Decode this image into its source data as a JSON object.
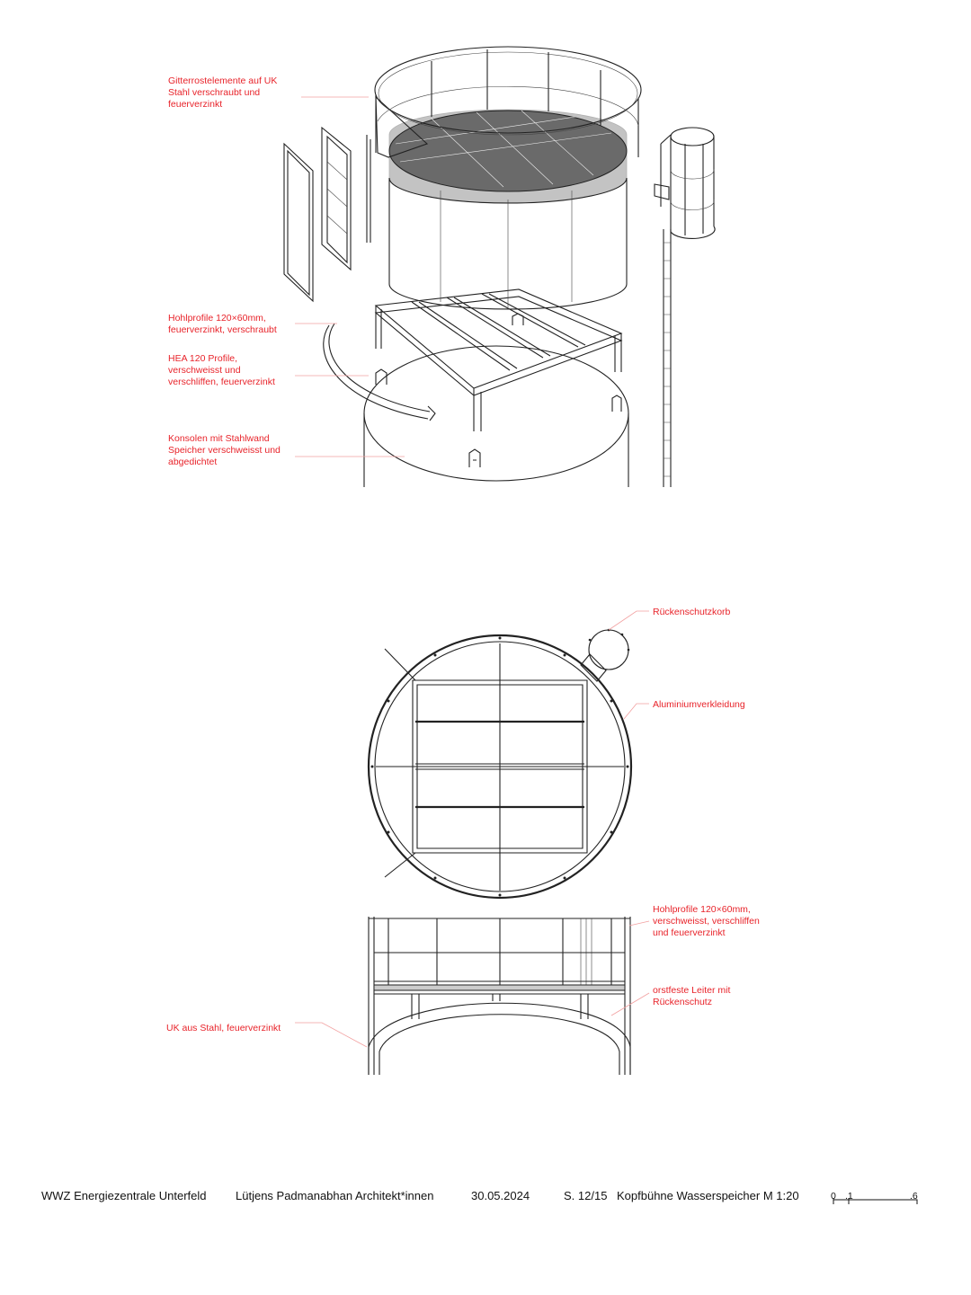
{
  "annotations": {
    "gitterrost": "Gitterrostelemente auf UK\nStahl verschraubt und\nfeuerverzinkt",
    "hohlprofile_top": "Hohlprofile 120×60mm,\nfeuerverzinkt, verschraubt",
    "hea": "HEA 120 Profile,\nverschweisst und\nverschliffen, feuerverzinkt",
    "konsolen": "Konsolen mit Stahlwand\nSpeicher verschweisst und\nabgedichtet",
    "rueckenschutzkorb": "Rückenschutzkorb",
    "aluminium": "Aluminiumverkleidung",
    "hohlprofile_bottom": "Hohlprofile 120×60mm,\nverschweisst, verschliffen\nund feuerverzinkt",
    "leiter": "orstfeste Leiter mit\nRückenschutz",
    "uk_stahl": "UK aus Stahl, feuerverzinkt"
  },
  "footer": {
    "project": "WWZ Energiezentrale Unterfeld",
    "architect": "Lütjens Padmanabhan Architekt*innen",
    "date": "30.05.2024",
    "page": "S. 12/15",
    "title": "Kopfbühne Wasserspeicher M 1:20"
  },
  "scale_bar": {
    "labels": [
      "0",
      ".1",
      ".6"
    ]
  },
  "colors": {
    "annotation": "#e8232a",
    "leader": "#f2a0a0",
    "line": "#222222"
  }
}
